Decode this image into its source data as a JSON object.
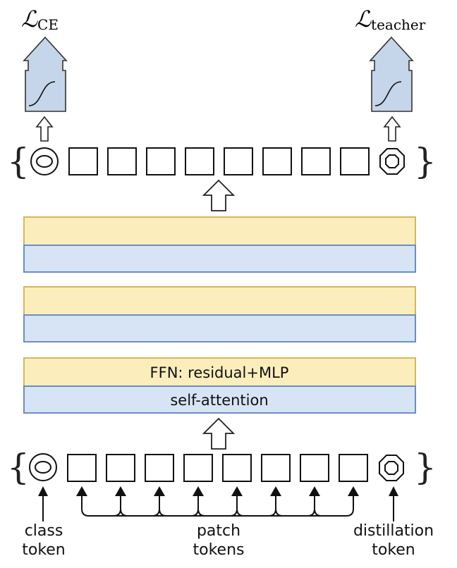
{
  "losses": {
    "ce": {
      "symbol": "ℒ",
      "subscript": "CE"
    },
    "teacher": {
      "symbol": "ℒ",
      "subscript": "teacher"
    }
  },
  "blocks": [
    {
      "ffn_label": "",
      "attention_label": ""
    },
    {
      "ffn_label": "",
      "attention_label": ""
    },
    {
      "ffn_label": "FFN: residual+MLP",
      "attention_label": "self-attention"
    }
  ],
  "token_labels": {
    "class": [
      "class",
      "token"
    ],
    "patch": [
      "patch",
      "tokens"
    ],
    "distillation": [
      "distillation",
      "token"
    ]
  },
  "colors": {
    "ffn_fill": "#fbeebc",
    "ffn_border": "#d8b65a",
    "attention_fill": "#d6e4f6",
    "attention_border": "#6c8ebf",
    "head_fill": "#c5d5ea"
  }
}
